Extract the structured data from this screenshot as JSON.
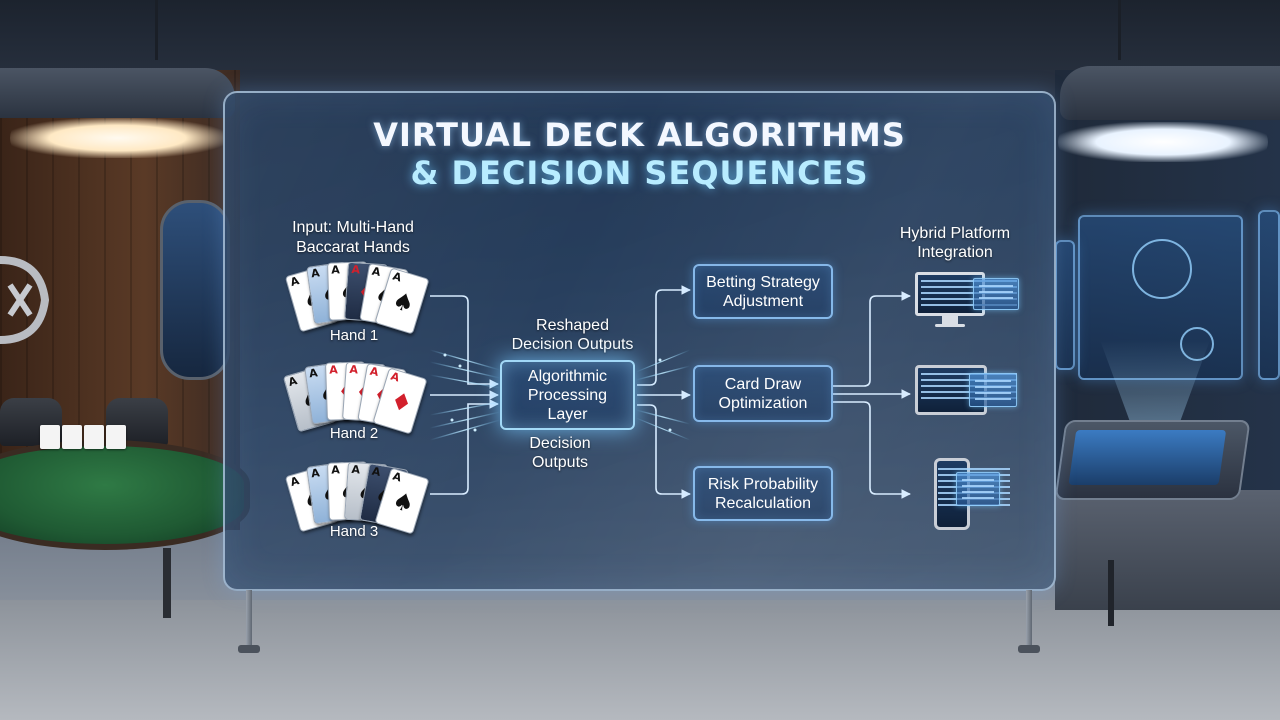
{
  "title": {
    "line1": "VIRTUAL DECK ALGORITHMS",
    "line2": "& DECISION SEQUENCES"
  },
  "input": {
    "label": "Input: Multi-Hand Baccarat Hands",
    "hands": [
      {
        "label": "Hand 1"
      },
      {
        "label": "Hand 2"
      },
      {
        "label": "Hand 3"
      }
    ]
  },
  "processing": {
    "reshaped_label": "Reshaped Decision Outputs",
    "layer_label": "Algorithmic Processing Layer",
    "decision_label": "Decision Outputs"
  },
  "outputs": [
    {
      "label": "Betting Strategy Adjustment"
    },
    {
      "label": "Card Draw Optimization"
    },
    {
      "label": "Risk Probability Recalculation"
    }
  ],
  "platform": {
    "label": "Hybrid Platform Integration",
    "devices": [
      {
        "icon": "desktop-monitor-icon"
      },
      {
        "icon": "laptop-icon"
      },
      {
        "icon": "smartphone-icon"
      }
    ]
  },
  "colors": {
    "panel": "#1e3452",
    "accent": "#8ccdff",
    "title_line2": "#b8ecff",
    "text": "#ffffff"
  }
}
